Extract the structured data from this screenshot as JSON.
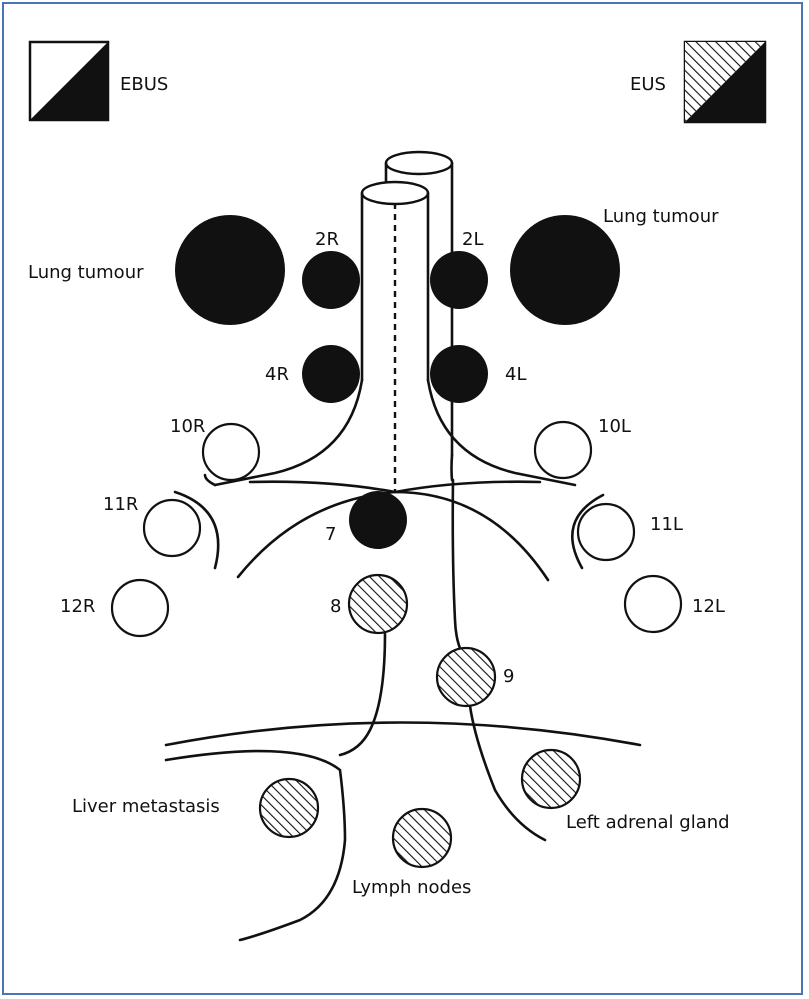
{
  "legend": {
    "ebus_label": "EBUS",
    "eus_label": "EUS"
  },
  "stations": {
    "s2R": "2R",
    "s2L": "2L",
    "s4R": "4R",
    "s4L": "4L",
    "s10R": "10R",
    "s10L": "10L",
    "s11R": "11R",
    "s11L": "11L",
    "s12R": "12R",
    "s12L": "12L",
    "s7": "7",
    "s8": "8",
    "s9": "9"
  },
  "labels": {
    "lung_tumour_left": "Lung tumour",
    "lung_tumour_right": "Lung tumour",
    "liver_metastasis": "Liver metastasis",
    "lymph_nodes": "Lymph nodes",
    "left_adrenal_gland": "Left adrenal gland"
  },
  "colors": {
    "frame_border": "#4a74b6",
    "ink": "#111111",
    "background": "#ffffff"
  }
}
